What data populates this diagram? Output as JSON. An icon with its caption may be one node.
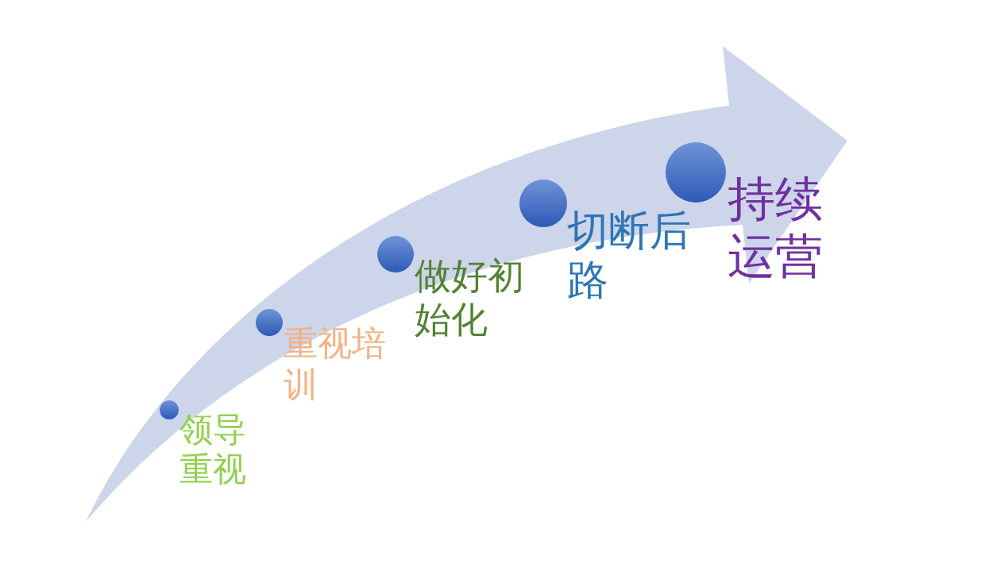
{
  "diagram": {
    "nodes": [
      {
        "text": [],
        "shape": "circle",
        "beside": [
          "领导重视"
        ]
      },
      {
        "text": [],
        "shape": "circle",
        "beside": [
          "重视培训"
        ]
      },
      {
        "text": [],
        "shape": "circle",
        "beside": [
          "做好初始化"
        ]
      },
      {
        "text": [],
        "shape": "circle",
        "beside": [
          "切断后路"
        ]
      },
      {
        "text": [],
        "shape": "circle",
        "beside": [
          "持续运营"
        ]
      }
    ],
    "edges": []
  }
}
